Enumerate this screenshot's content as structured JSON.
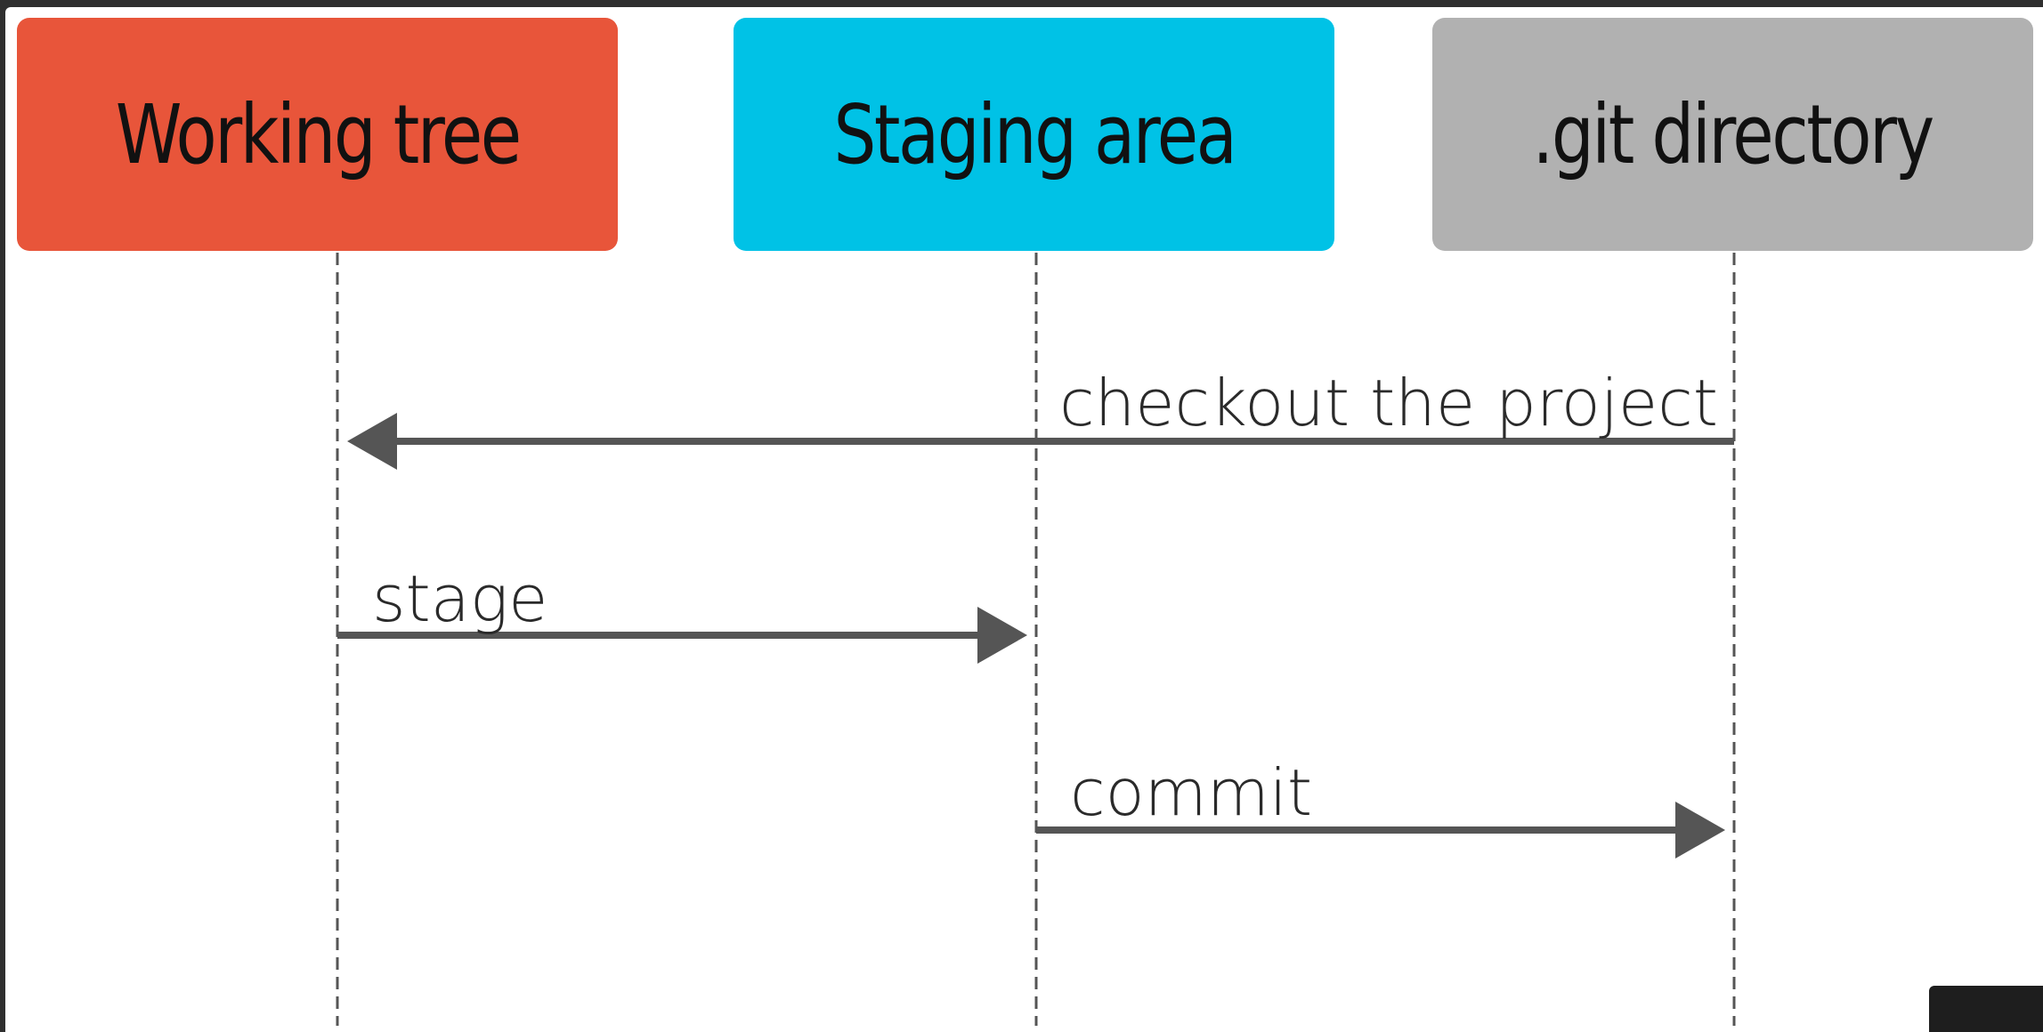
{
  "actors": [
    {
      "id": "working",
      "label": "Working tree",
      "color": "#E8553A"
    },
    {
      "id": "staging",
      "label": "Staging area",
      "color": "#00C2E6"
    },
    {
      "id": "git",
      "label": ".git directory",
      "color": "#B1B1B1"
    }
  ],
  "messages": [
    {
      "label": "checkout the project",
      "from": "git",
      "to": "working"
    },
    {
      "label": "stage",
      "from": "working",
      "to": "staging"
    },
    {
      "label": "commit",
      "from": "staging",
      "to": "git"
    }
  ],
  "colors": {
    "arrow": "#555555",
    "lifeline": "#555555",
    "text": "#111111"
  }
}
